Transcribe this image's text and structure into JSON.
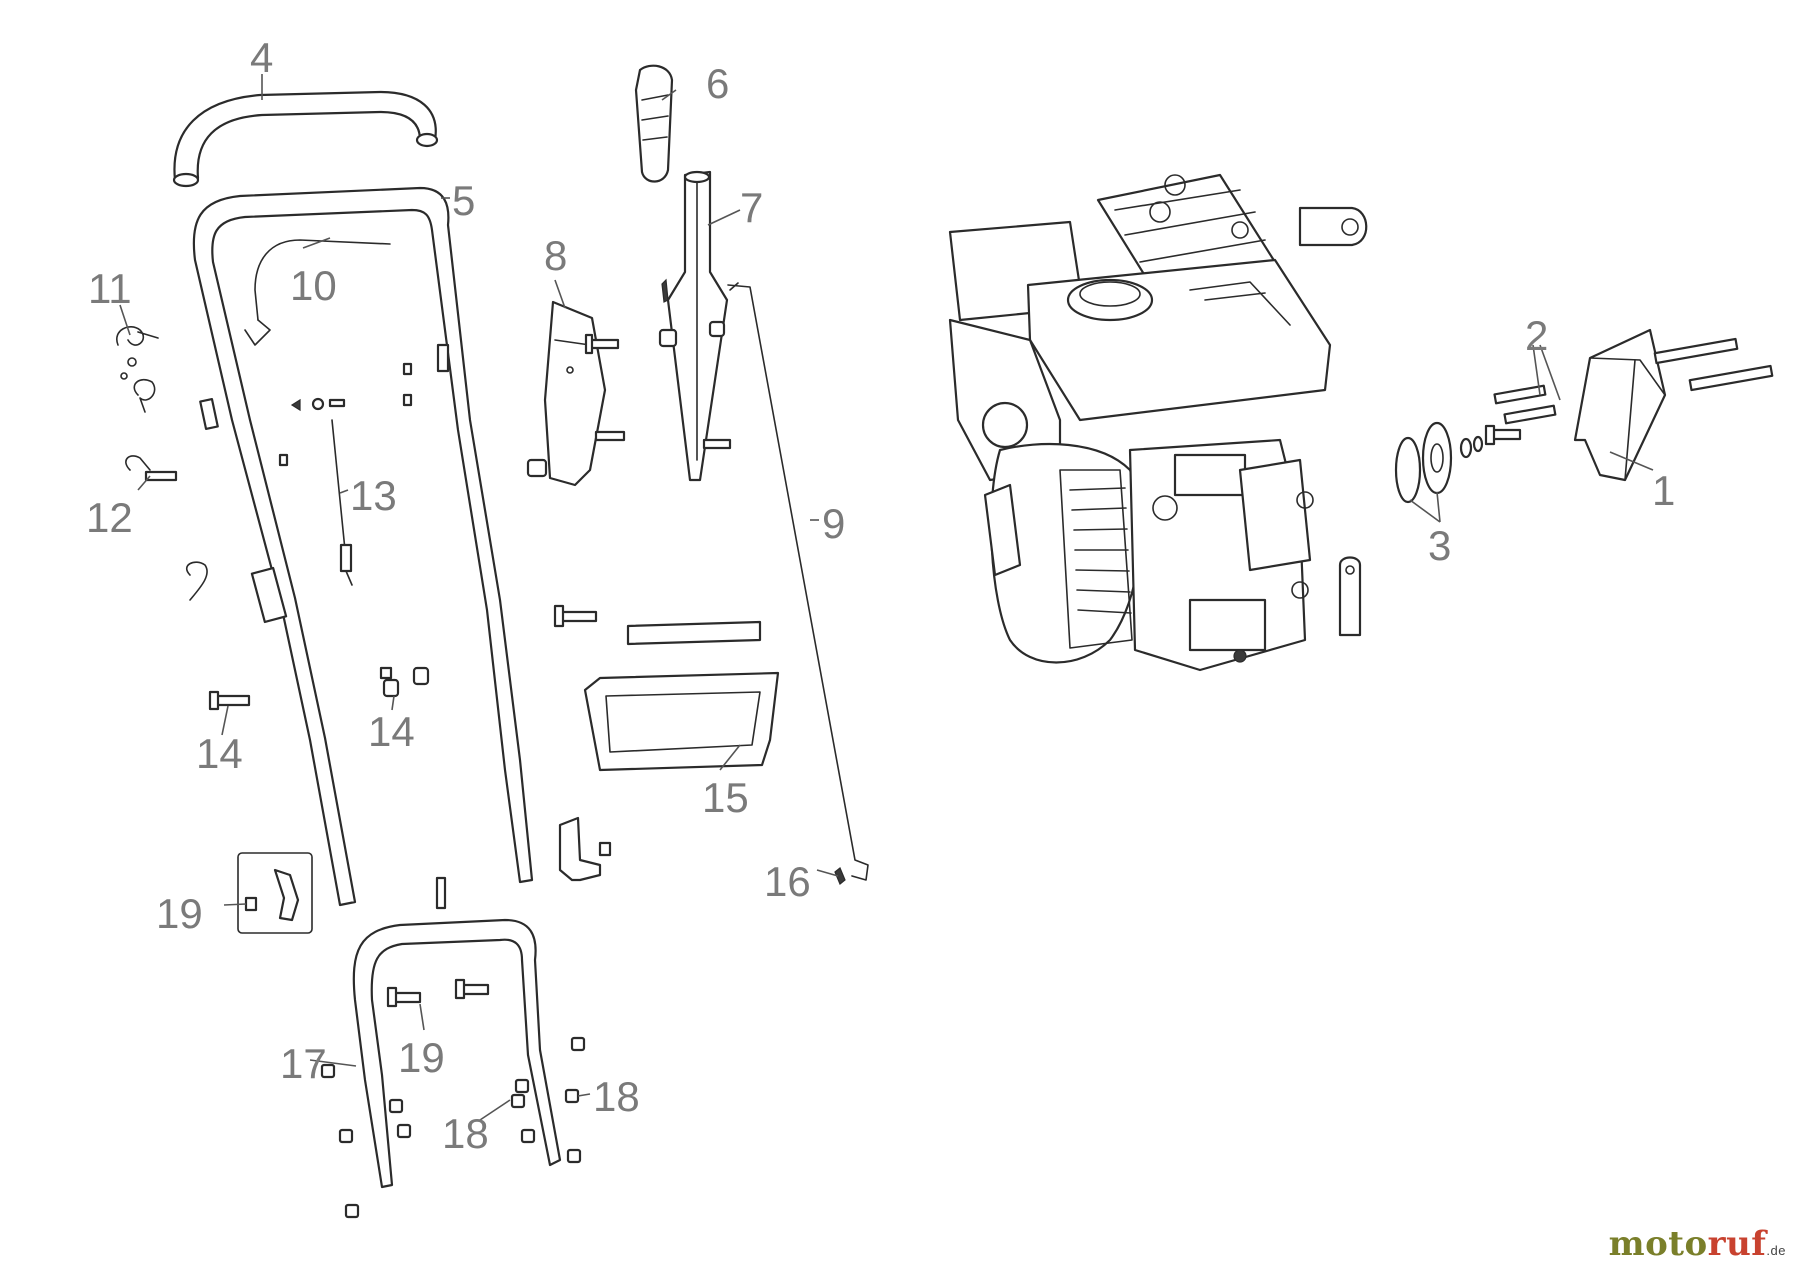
{
  "callouts": {
    "c1": "1",
    "c2": "2",
    "c3": "3",
    "c4": "4",
    "c5": "5",
    "c6": "6",
    "c7": "7",
    "c8": "8",
    "c9": "9",
    "c10": "10",
    "c11": "11",
    "c12": "12",
    "c13": "13",
    "c14a": "14",
    "c14b": "14",
    "c15": "15",
    "c16": "16",
    "c17": "17",
    "c18a": "18",
    "c18b": "18",
    "c19a": "19",
    "c19b": "19"
  },
  "watermark": {
    "part1": "moto",
    "part2": "ruf",
    "suffix": ".de"
  }
}
